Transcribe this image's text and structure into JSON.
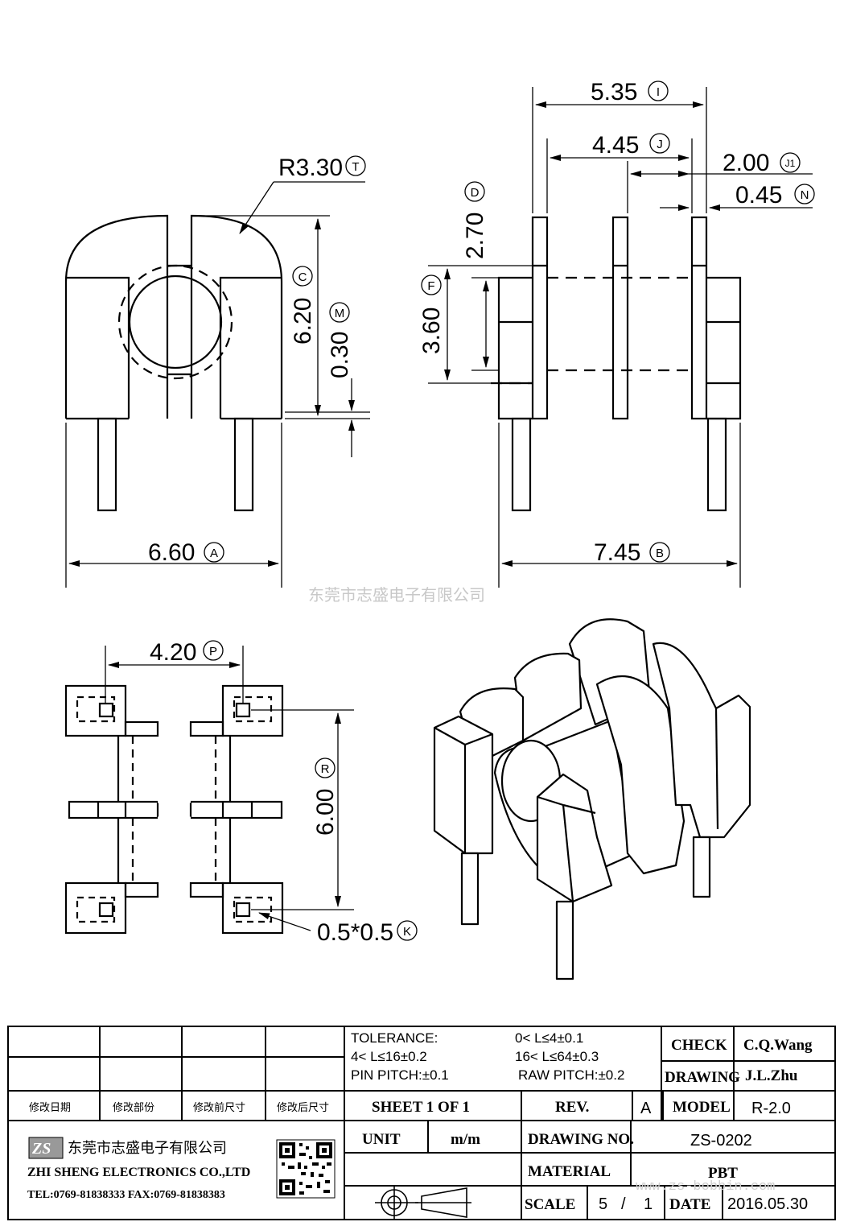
{
  "watermark": {
    "company_cn": "东莞市志盛电子有限公司",
    "url": "www.zs-bobbin.com"
  },
  "dimensions": {
    "radius": "R3.30",
    "radius_ref": "T",
    "height": "6.20",
    "height_ref": "C",
    "standoff": "0.30",
    "standoff_ref": "M",
    "width": "6.60",
    "width_ref": "A",
    "pin_span": "5.35",
    "pin_span_ref": "I",
    "inner_span": "4.45",
    "inner_span_ref": "J",
    "flange_gap": "2.00",
    "flange_gap_ref": "J1",
    "pin_width": "0.45",
    "pin_width_ref": "N",
    "flange_height": "2.70",
    "flange_height_ref": "D",
    "core_height": "3.60",
    "core_height_ref": "F",
    "length": "7.45",
    "length_ref": "B",
    "row_pitch": "4.20",
    "row_pitch_ref": "P",
    "col_pitch": "6.00",
    "col_pitch_ref": "R",
    "pin_section": "0.5*0.5",
    "pin_section_ref": "K"
  },
  "title_block": {
    "tolerance_label": "TOLERANCE:",
    "tol1": "0< L≤4±0.1",
    "tol2": "4< L≤16±0.2",
    "tol3": "16< L≤64±0.3",
    "pin_pitch": "PIN PITCH:±0.1",
    "raw_pitch": "RAW PITCH:±0.2",
    "check_label": "CHECK",
    "check_value": "C.Q.Wang",
    "drawing_label": "DRAWING",
    "drawing_value": "J.L.Zhu",
    "rev_date": "修改日期",
    "rev_part": "修改部份",
    "rev_before": "修改前尺寸",
    "rev_after": "修改后尺寸",
    "sheet": "SHEET  1  OF  1",
    "rev_label": "REV.",
    "rev_value": "A",
    "model_label": "MODEL",
    "model_value": "R-2.0",
    "unit_label": "UNIT",
    "unit_value": "m/m",
    "drawing_no_label": "DRAWING  NO.",
    "drawing_no_value": "ZS-0202",
    "material_label": "MATERIAL",
    "material_value": "PBT",
    "scale_label": "SCALE",
    "scale_num": "5",
    "scale_sep": "/",
    "scale_den": "1",
    "date_label": "DATE",
    "date_value": "2016.05.30",
    "company_cn": "东莞市志盛电子有限公司",
    "company_en": "ZHI SHENG  ELECTRONICS CO.,LTD",
    "contact": "TEL:0769-81838333  FAX:0769-81838383",
    "logo_text": "ZS"
  }
}
